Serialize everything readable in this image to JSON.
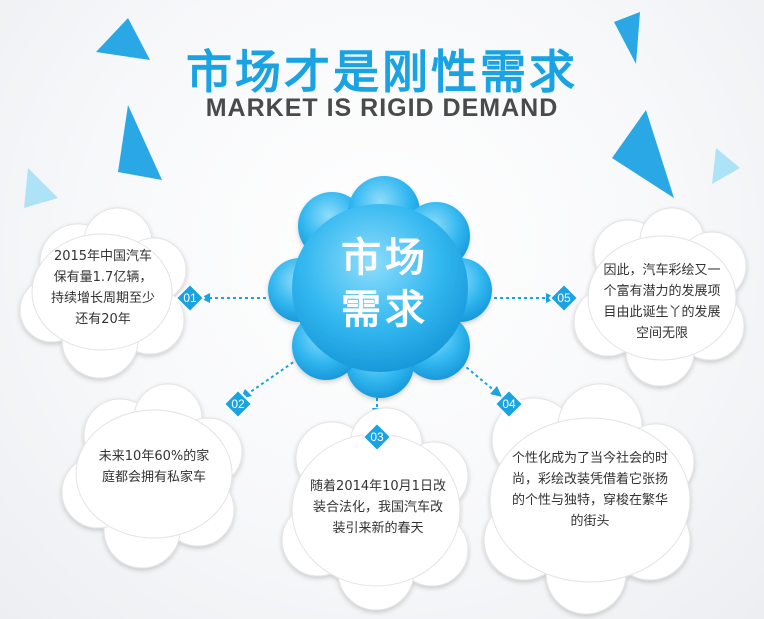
{
  "title": "市场才是刚性需求",
  "subtitle": "MARKET IS RIGID DEMAND",
  "center": {
    "line1": "市场",
    "line2": "需求"
  },
  "nodes": [
    {
      "num": "01",
      "text": "2015年中国汽车保有量1.7亿辆，持续增长周期至少还有20年"
    },
    {
      "num": "02",
      "text": "未来10年60%的家庭都会拥有私家车"
    },
    {
      "num": "03",
      "text": "随着2014年10月1日改装合法化，我国汽车改装引来新的春天"
    },
    {
      "num": "04",
      "text": "个性化成为了当今社会的时尚，彩绘改装凭借着它张扬的个性与独特，穿梭在繁华的街头"
    },
    {
      "num": "05",
      "text": "因此，汽车彩绘又一个富有潜力的发展项目由此诞生丫的发展空间无限"
    }
  ],
  "colors": {
    "accent": "#1aa3e3",
    "center_cloud": "#2fb6f0",
    "title_en": "#4a4a4a"
  }
}
